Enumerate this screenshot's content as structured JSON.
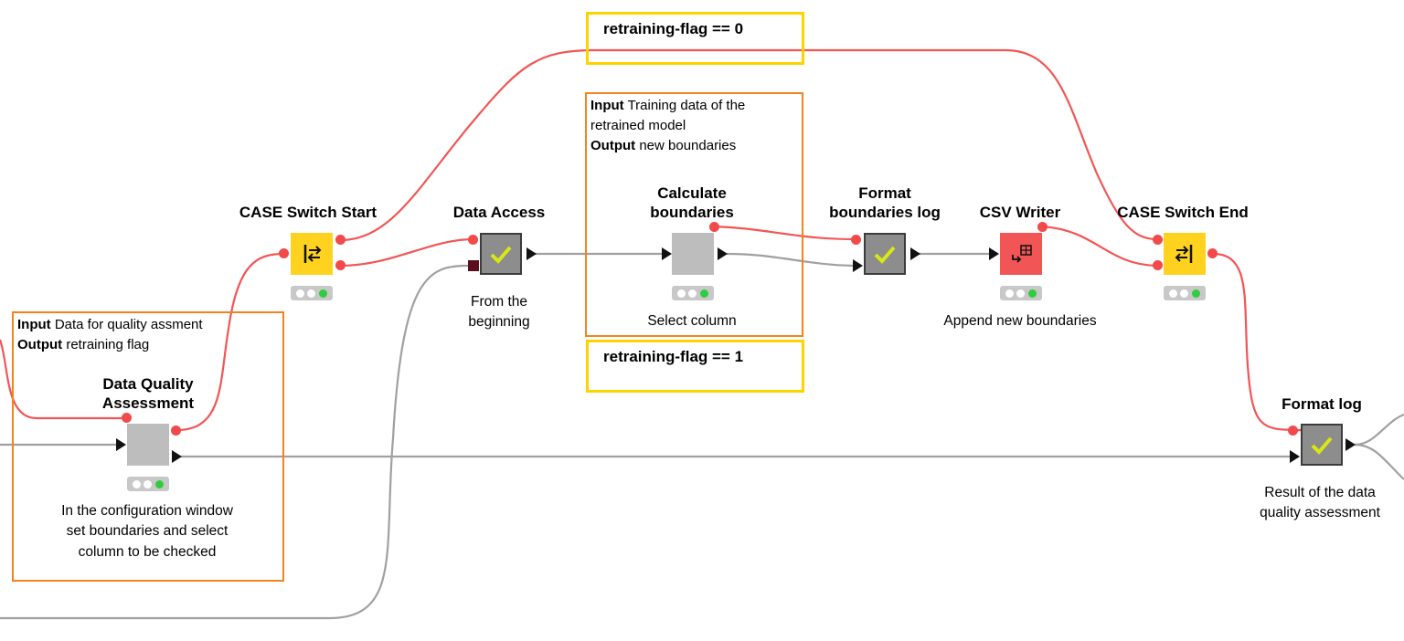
{
  "annotations": {
    "flag_zero": "retraining-flag == 0",
    "flag_one": "retraining-flag == 1",
    "dqa_input_label": "Input",
    "dqa_input_text": "Data for quality assment",
    "dqa_output_label": "Output",
    "dqa_output_text": "retraining flag",
    "calc_input_label": "Input",
    "calc_input_text": "Training data of the",
    "calc_input_text2": "retrained model",
    "calc_output_label": "Output",
    "calc_output_text": "new boundaries"
  },
  "nodes": {
    "case_start": {
      "title": "CASE Switch Start",
      "icon": "case-switch-start-icon"
    },
    "data_access": {
      "title": "Data Access",
      "caption_line1": "From the",
      "caption_line2": "beginning",
      "icon": "checkmark-icon"
    },
    "calc_boundaries": {
      "title_line1": "Calculate",
      "title_line2": "boundaries",
      "caption": "Select column",
      "icon": "metanode-icon"
    },
    "format_boundaries_log": {
      "title_line1": "Format",
      "title_line2": "boundaries log",
      "icon": "checkmark-icon"
    },
    "csv_writer": {
      "title": "CSV Writer",
      "caption": "Append new boundaries",
      "icon": "csv-writer-icon"
    },
    "case_end": {
      "title": "CASE Switch End",
      "icon": "case-switch-end-icon"
    },
    "dqa": {
      "title_line1": "Data Quality",
      "title_line2": "Assessment",
      "caption_line1": "In the configuration window",
      "caption_line2": "set boundaries and select",
      "caption_line3": "column to be checked",
      "icon": "metanode-icon"
    },
    "format_log": {
      "title": "Format log",
      "caption_line1": "Result of the data",
      "caption_line2": "quality assessment",
      "icon": "checkmark-icon"
    }
  },
  "colors": {
    "flow_variable_wire": "#f25555",
    "data_wire": "#a0a0a0",
    "annotation_orange": "#f58220",
    "annotation_yellow": "#ffd200",
    "switch_node": "#ffd21f",
    "writer_node": "#f25555",
    "status_green": "#2fcc40"
  }
}
